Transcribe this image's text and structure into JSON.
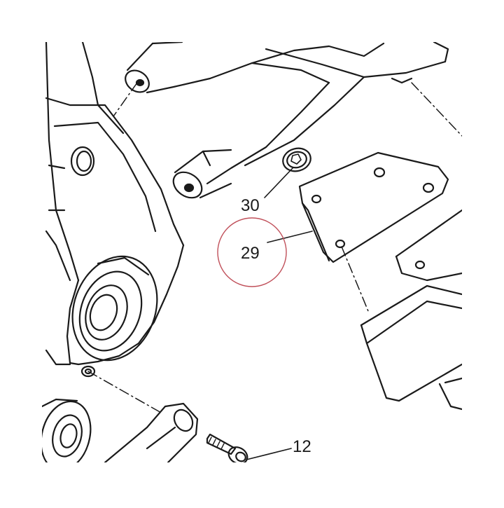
{
  "diagram": {
    "callouts": [
      {
        "id": "part-30",
        "label": "30"
      },
      {
        "id": "part-29",
        "label": "29"
      },
      {
        "id": "part-12",
        "label": "12"
      }
    ],
    "highlight": {
      "target": "part-29",
      "color": "#c0505a"
    },
    "colors": {
      "line": "#1a1a1a",
      "background": "#ffffff"
    }
  }
}
